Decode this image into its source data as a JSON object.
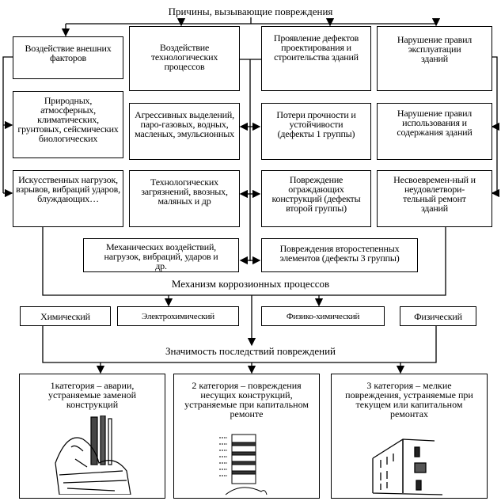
{
  "title": "Причины, вызывающие повреждения",
  "columns": [
    {
      "head": "Воздействие внешних факторов",
      "items": [
        "Природных, атмосферных, климатических, грунтовых, сейсмических биологических",
        "Искусственных нагрузок, взрывов, вибраций ударов, блуждающих…"
      ]
    },
    {
      "head": "Воздействие технологических процессов",
      "items": [
        "Агрессивных выделений, паро-газовых, водных, масленых, эмульсионных",
        "Технологических загрязнений, ввозных, маляных и др"
      ]
    },
    {
      "head": "Проявление дефектов проектирования и строительства зданий",
      "items": [
        "Потери прочности и устойчивости (дефекты 1 группы)",
        "Повреждение ограждающих конструкций (дефекты второй группы)"
      ]
    },
    {
      "head": "Нарушение правил эксплуатации зданий",
      "items": [
        "Нарушение правил использования и содержания зданий",
        "Несвоевремен-ный и неудовлетвори-тельный ремонт зданий"
      ]
    }
  ],
  "middle_left": "Механических воздействий, нагрузок, вибраций, ударов и др.",
  "middle_right": "Повреждения второстепенных элементов (дефекты 3 группы)",
  "mechanism_title": "Механизм коррозионных процессов",
  "mechanisms": [
    "Химический",
    "Электрохимический",
    "Физико-химический",
    "Физический"
  ],
  "significance_title": "Значимость последствий повреждений",
  "categories": [
    "1категория – аварии, устраняемые заменой конструкций",
    "2 категория – повреждения несущих конструкций, устраняемые при капитальном ремонте",
    "3 категория – мелкие повреждения, устраняемые при текущем или капитальном ремонтах"
  ]
}
